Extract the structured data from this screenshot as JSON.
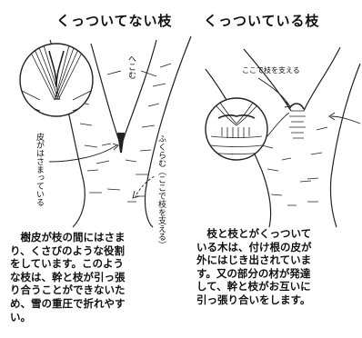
{
  "titles": {
    "left": "くっついてない枝",
    "right": "くっついている枝"
  },
  "labels": {
    "hekomi": "へこむ",
    "kawa_hasamatteiru": "皮がはさまっている",
    "fukurami": "ふくらむ（ここで枝を支える）",
    "koko_de_eda_wo_sasaeru": "ここで枝を支える"
  },
  "paragraphs": {
    "left": "　樹皮が枝の間にはさま\nり、くさびのような役割\nをしています。このよう\nな枝は、幹と枝が引っ張\nり合うことができないた\nめ、雪の重圧で折れやす\nい。",
    "right": "　枝と枝とがくっついて\nいる木は、付け根の皮が\n外にはじき出されていま\nす。又の部分の材が発達\nして、幹と枝がお互いに\n引っ張り合いをします。"
  }
}
